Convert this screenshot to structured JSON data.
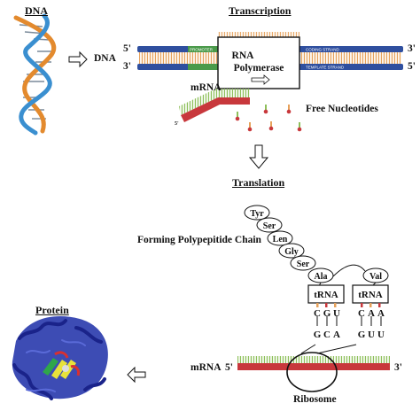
{
  "titles": {
    "dna": "DNA",
    "transcription": "Transcription",
    "translation": "Translation",
    "protein": "Protein"
  },
  "transcription": {
    "dna_label": "DNA",
    "five_prime_left": "5'",
    "three_prime_left": "3'",
    "three_prime_right_top": "3'",
    "five_prime_right_bottom": "5'",
    "polymerase_line1": "RNA",
    "polymerase_line2": "Polymerase",
    "promoter": "PROMOTER",
    "coding_strand": "CODING STRAND",
    "template_strand": "TEMPLATE STRAND",
    "mrna": "mRNA",
    "free_nucleotides": "Free Nucleotides",
    "mrna_end_mark": "5'"
  },
  "translation": {
    "chain_caption": "Forming Polypepitide Chain",
    "amino_acids": [
      "Tyr",
      "Ser",
      "Len",
      "Gly",
      "Ser",
      "Ala",
      "Val"
    ],
    "trna_label": "tRNA",
    "trna1_anticodon": [
      "C",
      "G",
      "U"
    ],
    "trna1_codon": [
      "G",
      "C",
      "A"
    ],
    "trna2_anticodon": [
      "C",
      "A",
      "A"
    ],
    "trna2_codon": [
      "G",
      "U",
      "U"
    ],
    "mrna": "mRNA",
    "five_prime": "5'",
    "three_prime": "3'",
    "ribosome": "Ribosome"
  },
  "colors": {
    "dna_strand": "#2f4f9f",
    "promoter": "#4a9a4a",
    "mrna_red": "#c8383c",
    "mrna_green": "#8dbf5a",
    "nucleotide_orange": "#e6a15a",
    "protein_blue": "#2233aa"
  }
}
